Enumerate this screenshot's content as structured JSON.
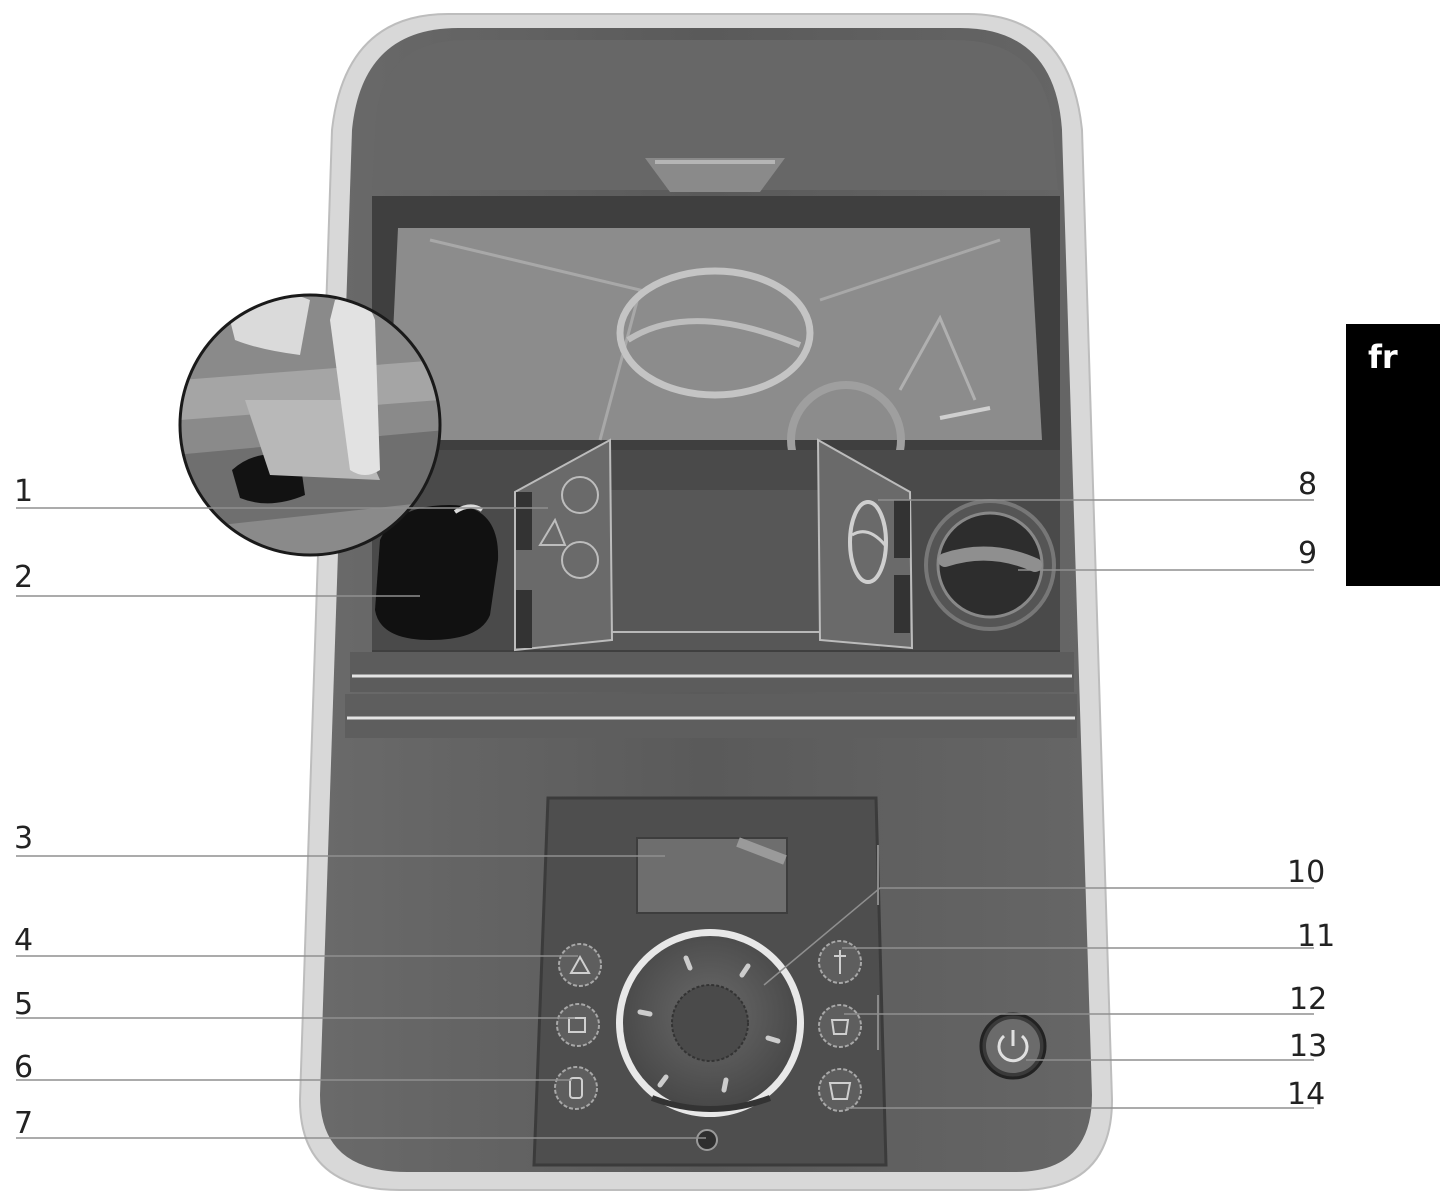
{
  "language_tab": {
    "label": "fr"
  },
  "callouts": [
    {
      "id": "1",
      "label": "1",
      "part": "lid-lever"
    },
    {
      "id": "2",
      "label": "2",
      "part": "ground-coffee-chute"
    },
    {
      "id": "3",
      "label": "3",
      "part": "display"
    },
    {
      "id": "4",
      "label": "4",
      "part": "maintenance-button"
    },
    {
      "id": "5",
      "label": "5",
      "part": "hot-water-button"
    },
    {
      "id": "6",
      "label": "6",
      "part": "steam-button"
    },
    {
      "id": "7",
      "label": "7",
      "part": "height-adjust"
    },
    {
      "id": "8",
      "label": "8",
      "part": "bean-container-lid"
    },
    {
      "id": "9",
      "label": "9",
      "part": "grind-selector"
    },
    {
      "id": "10",
      "label": "10",
      "part": "rotary-switch"
    },
    {
      "id": "11",
      "label": "11",
      "part": "milk-button"
    },
    {
      "id": "12",
      "label": "12",
      "part": "espresso-button"
    },
    {
      "id": "13",
      "label": "13",
      "part": "power-button"
    },
    {
      "id": "14",
      "label": "14",
      "part": "coffee-button"
    }
  ],
  "colors": {
    "body_outer": "#d9d9d9",
    "body_dark": "#5b5b5b",
    "panel": "#555555",
    "accent_light": "#e8e8e8",
    "tab": "#000000"
  }
}
